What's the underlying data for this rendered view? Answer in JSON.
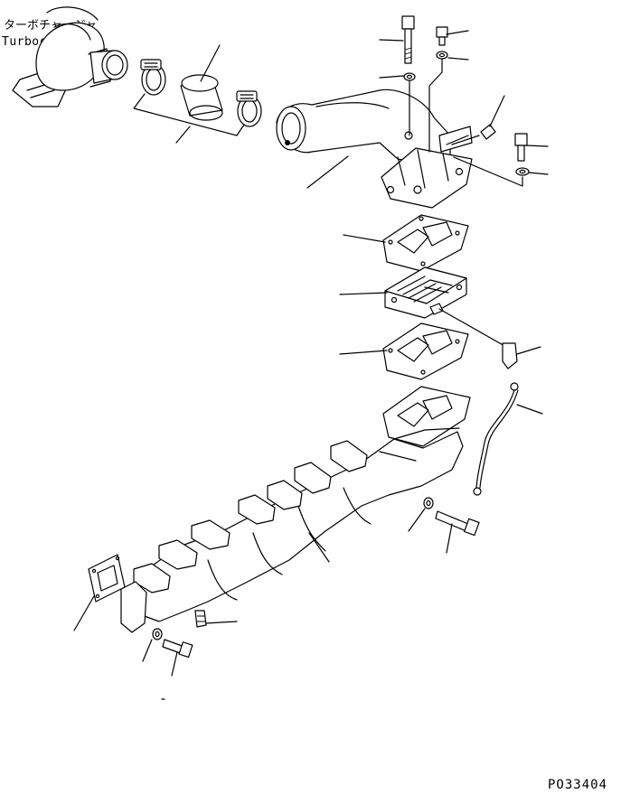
{
  "diagram": {
    "labels": {
      "turbocharger_jp": "ターボチャージャ",
      "turbocharger_en": "Turbocharger",
      "drawing_number": "PO33404"
    }
  }
}
